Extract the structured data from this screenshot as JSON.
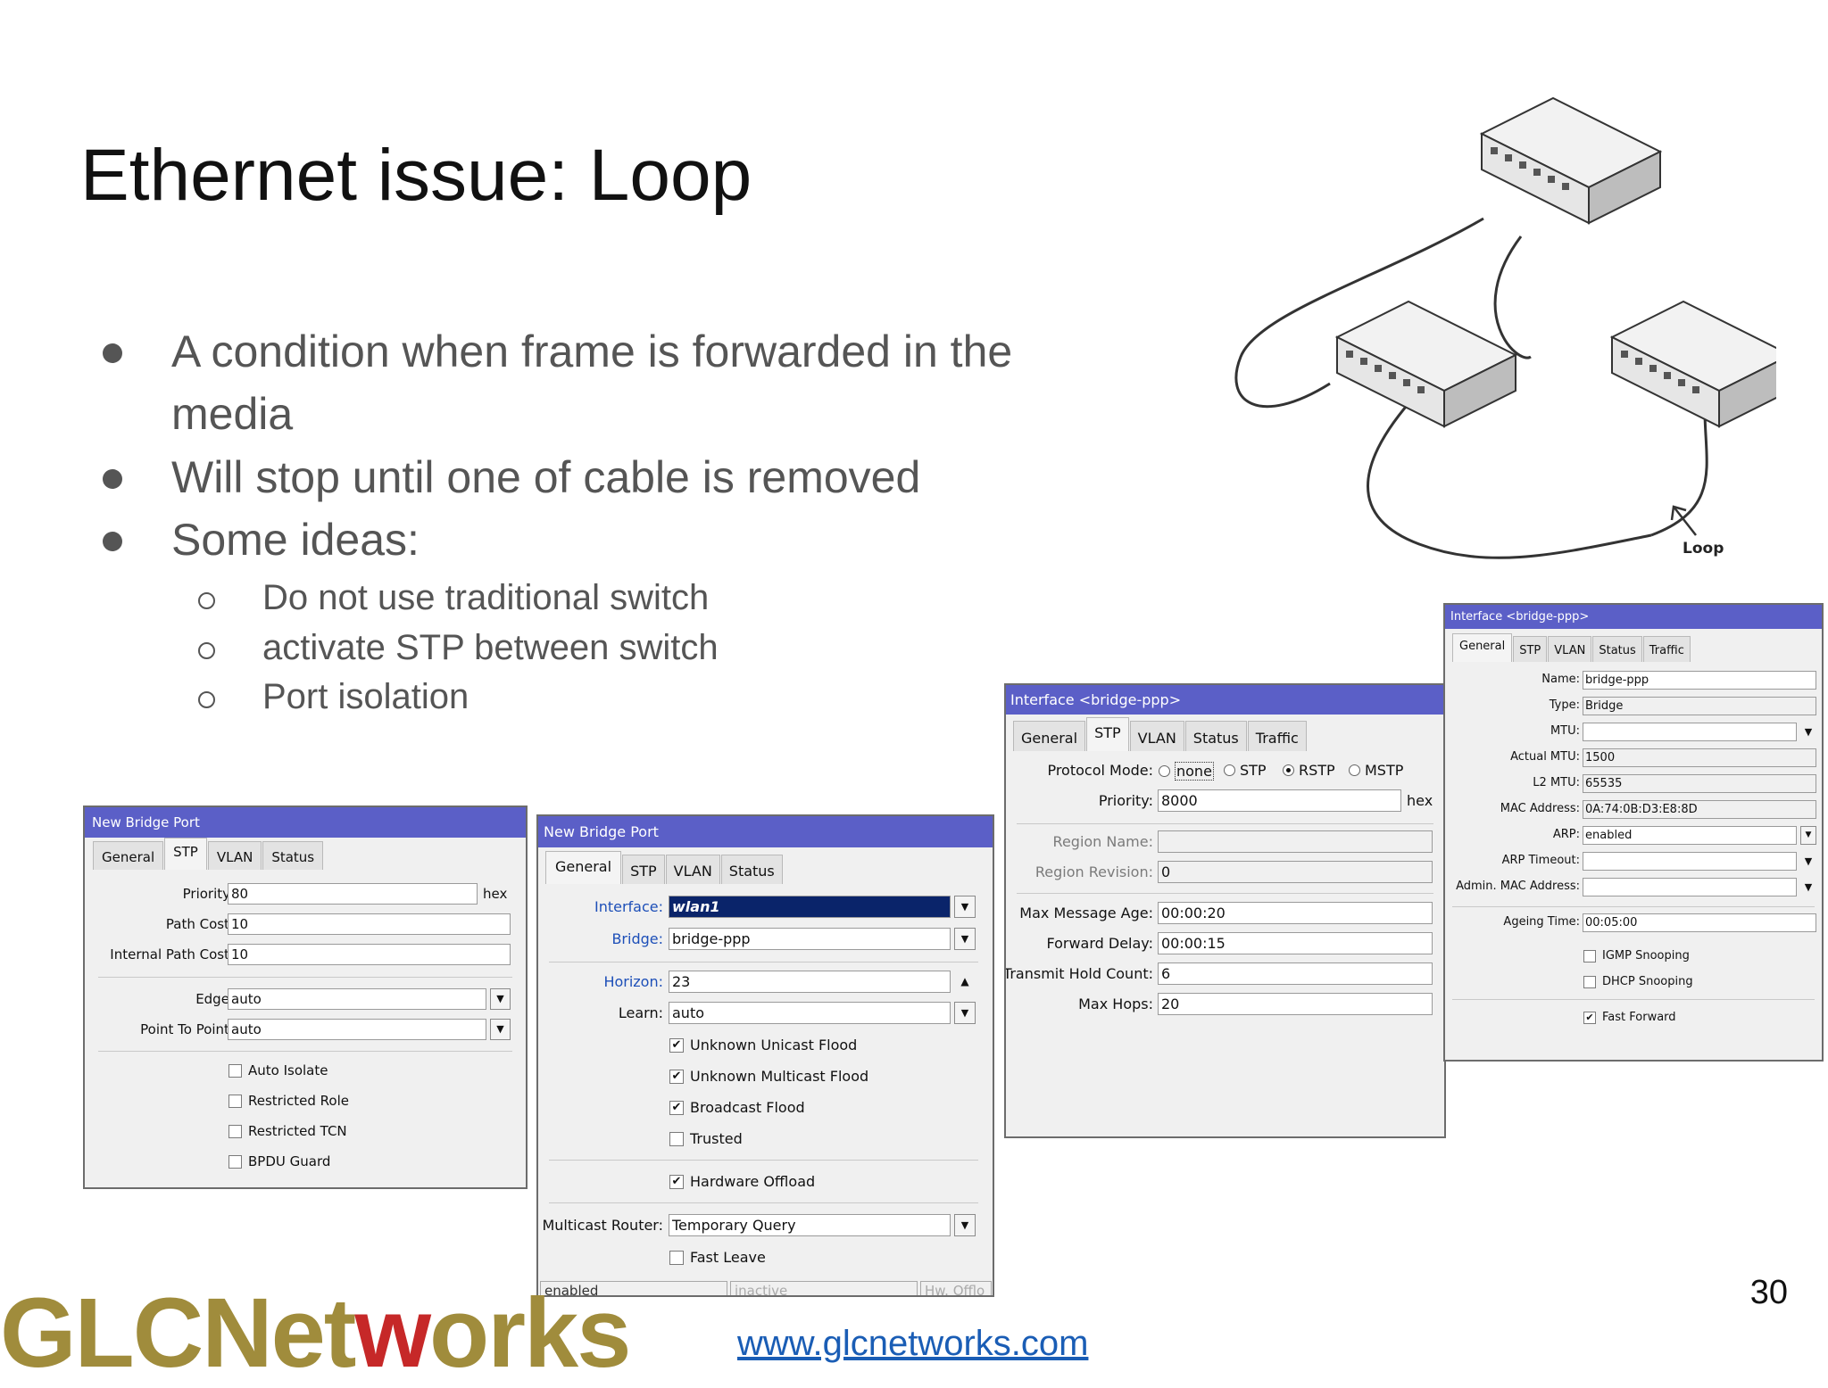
{
  "slide": {
    "title": "Ethernet issue: Loop",
    "bullets": [
      "A condition when frame is forwarded in the",
      "media",
      "Will stop until one of cable is removed",
      "Some ideas:"
    ],
    "sub_bullets": [
      "Do not use traditional switch",
      "activate STP between switch",
      "Port isolation"
    ],
    "page_number": "30",
    "website": "www.glcnetworks.com",
    "logo": {
      "part1": "GLCNet",
      "part2": "w",
      "part3": "orks"
    },
    "diagram_label": "Loop",
    "colors": {
      "logo_gold": "#a08c3c",
      "logo_red": "#c62828",
      "title_bar": "#5b5fc7",
      "link": "#1a5db5"
    }
  },
  "win1": {
    "title": "New Bridge Port",
    "tabs": [
      "General",
      "STP",
      "VLAN",
      "Status"
    ],
    "active_tab": "STP",
    "fields": {
      "priority_label": "Priority:",
      "priority": "80",
      "hex": "hex",
      "path_cost_label": "Path Cost:",
      "path_cost": "10",
      "internal_path_cost_label": "Internal Path Cost:",
      "internal_path_cost": "10",
      "edge_label": "Edge:",
      "edge": "auto",
      "p2p_label": "Point To Point:",
      "p2p": "auto"
    },
    "checkboxes": [
      "Auto Isolate",
      "Restricted Role",
      "Restricted TCN",
      "BPDU Guard"
    ]
  },
  "win2": {
    "title": "New Bridge Port",
    "tabs": [
      "General",
      "STP",
      "VLAN",
      "Status"
    ],
    "active_tab": "General",
    "fields": {
      "interface_label": "Interface:",
      "interface": "wlan1",
      "bridge_label": "Bridge:",
      "bridge": "bridge-ppp",
      "horizon_label": "Horizon:",
      "horizon": "23",
      "learn_label": "Learn:",
      "learn": "auto",
      "multicast_router_label": "Multicast Router:",
      "multicast_router": "Temporary Query"
    },
    "checkboxes": [
      {
        "label": "Unknown Unicast Flood",
        "checked": true
      },
      {
        "label": "Unknown Multicast Flood",
        "checked": true
      },
      {
        "label": "Broadcast Flood",
        "checked": true
      },
      {
        "label": "Trusted",
        "checked": false
      },
      {
        "label": "Hardware Offload",
        "checked": true
      },
      {
        "label": "Fast Leave",
        "checked": false
      }
    ],
    "status_bar": [
      "enabled",
      "inactive",
      "Hw. Offlo"
    ]
  },
  "win3": {
    "title": "Interface <bridge-ppp>",
    "tabs": [
      "General",
      "STP",
      "VLAN",
      "Status",
      "Traffic"
    ],
    "active_tab": "STP",
    "fields": {
      "protocol_mode_label": "Protocol Mode:",
      "protocol_modes": [
        "none",
        "STP",
        "RSTP",
        "MSTP"
      ],
      "protocol_mode_selected": "RSTP",
      "priority_label": "Priority:",
      "priority": "8000",
      "hex": "hex",
      "region_name_label": "Region Name:",
      "region_name": "",
      "region_revision_label": "Region Revision:",
      "region_revision": "0",
      "max_message_age_label": "Max Message Age:",
      "max_message_age": "00:00:20",
      "forward_delay_label": "Forward Delay:",
      "forward_delay": "00:00:15",
      "transmit_hold_count_label": "Transmit Hold Count:",
      "transmit_hold_count": "6",
      "max_hops_label": "Max Hops:",
      "max_hops": "20"
    }
  },
  "win4": {
    "title": "Interface <bridge-ppp>",
    "tabs": [
      "General",
      "STP",
      "VLAN",
      "Status",
      "Traffic"
    ],
    "active_tab": "General",
    "fields": {
      "name_label": "Name:",
      "name": "bridge-ppp",
      "type_label": "Type:",
      "type": "Bridge",
      "mtu_label": "MTU:",
      "mtu": "",
      "actual_mtu_label": "Actual MTU:",
      "actual_mtu": "1500",
      "l2_mtu_label": "L2 MTU:",
      "l2_mtu": "65535",
      "mac_label": "MAC Address:",
      "mac": "0A:74:0B:D3:E8:8D",
      "arp_label": "ARP:",
      "arp": "enabled",
      "arp_timeout_label": "ARP Timeout:",
      "arp_timeout": "",
      "admin_mac_label": "Admin. MAC Address:",
      "admin_mac": "",
      "ageing_time_label": "Ageing Time:",
      "ageing_time": "00:05:00"
    },
    "checkboxes": [
      {
        "label": "IGMP Snooping",
        "checked": false
      },
      {
        "label": "DHCP Snooping",
        "checked": false
      },
      {
        "label": "Fast Forward",
        "checked": true
      }
    ]
  }
}
